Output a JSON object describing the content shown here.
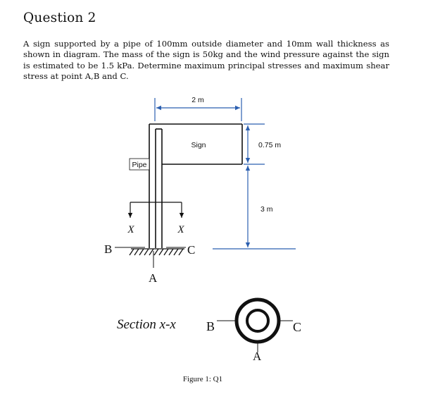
{
  "question": {
    "title": "Question 2",
    "body": "A sign supported by a pipe of 100mm outside diameter and 10mm wall thickness as shown in diagram. The mass of the sign is 50kg and the wind pressure against the sign is estimated to be 1.5 kPa. Determine maximum principal stresses and maximum shear stress at point A,B and C."
  },
  "figure": {
    "width_label": "2 m",
    "sign_label": "Sign",
    "pipe_label": "Pipe",
    "sign_height_label": "0.75 m",
    "pole_height_label": "3 m",
    "section_mark_left": "X",
    "section_mark_right": "X",
    "point_b": "B",
    "point_c": "C",
    "point_a": "A",
    "section_title": "Section x-x",
    "section_point_b": "B",
    "section_point_c": "C",
    "section_point_a": "A",
    "caption": "Figure 1: Q1"
  }
}
